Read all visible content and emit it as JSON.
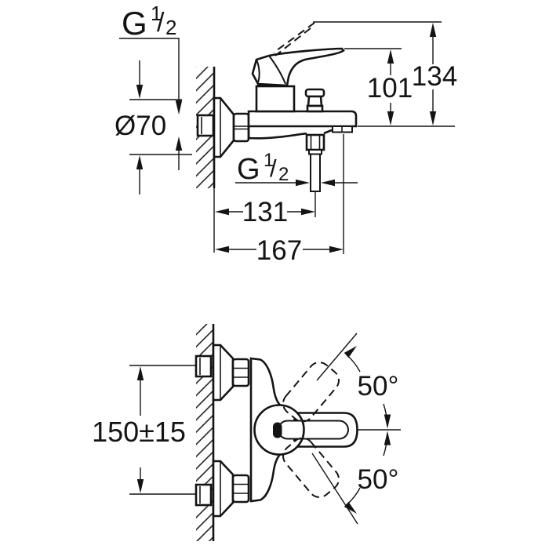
{
  "drawing": {
    "background": "#ffffff",
    "line_color": "#141414",
    "type_note": "bath mixer installation dimensional drawing"
  },
  "side_view": {
    "wall_thread_label": {
      "prefix": "G",
      "numerator": "1",
      "slash": "/",
      "denominator": "2"
    },
    "escutcheon_diameter": "Ø70",
    "spout_height": "101",
    "total_height": "134",
    "hose_thread_label": {
      "prefix": "G",
      "numerator": "1",
      "slash": "/",
      "denominator": "2"
    },
    "spout_depth": "131",
    "total_depth": "167"
  },
  "front_view": {
    "connection_spacing": "150±15",
    "lever_angle_up": "50°",
    "lever_angle_down": "50°"
  }
}
